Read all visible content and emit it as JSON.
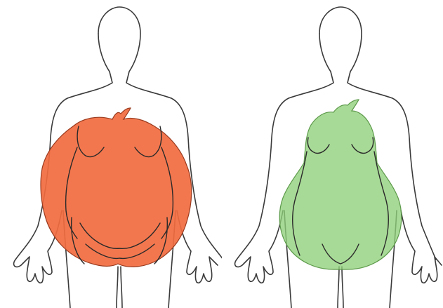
{
  "figures": [
    {
      "id": "apple",
      "shape": "apple",
      "fill_color": "#f26b3f",
      "stroke_color": "#9a3b1f",
      "fill_opacity": 0.92
    },
    {
      "id": "pear",
      "shape": "pear",
      "fill_color": "#8fd07a",
      "stroke_color": "#5c9a4a",
      "fill_opacity": 0.78
    }
  ],
  "colors": {
    "outline": "#3a3a3a",
    "background": "#ffffff"
  }
}
